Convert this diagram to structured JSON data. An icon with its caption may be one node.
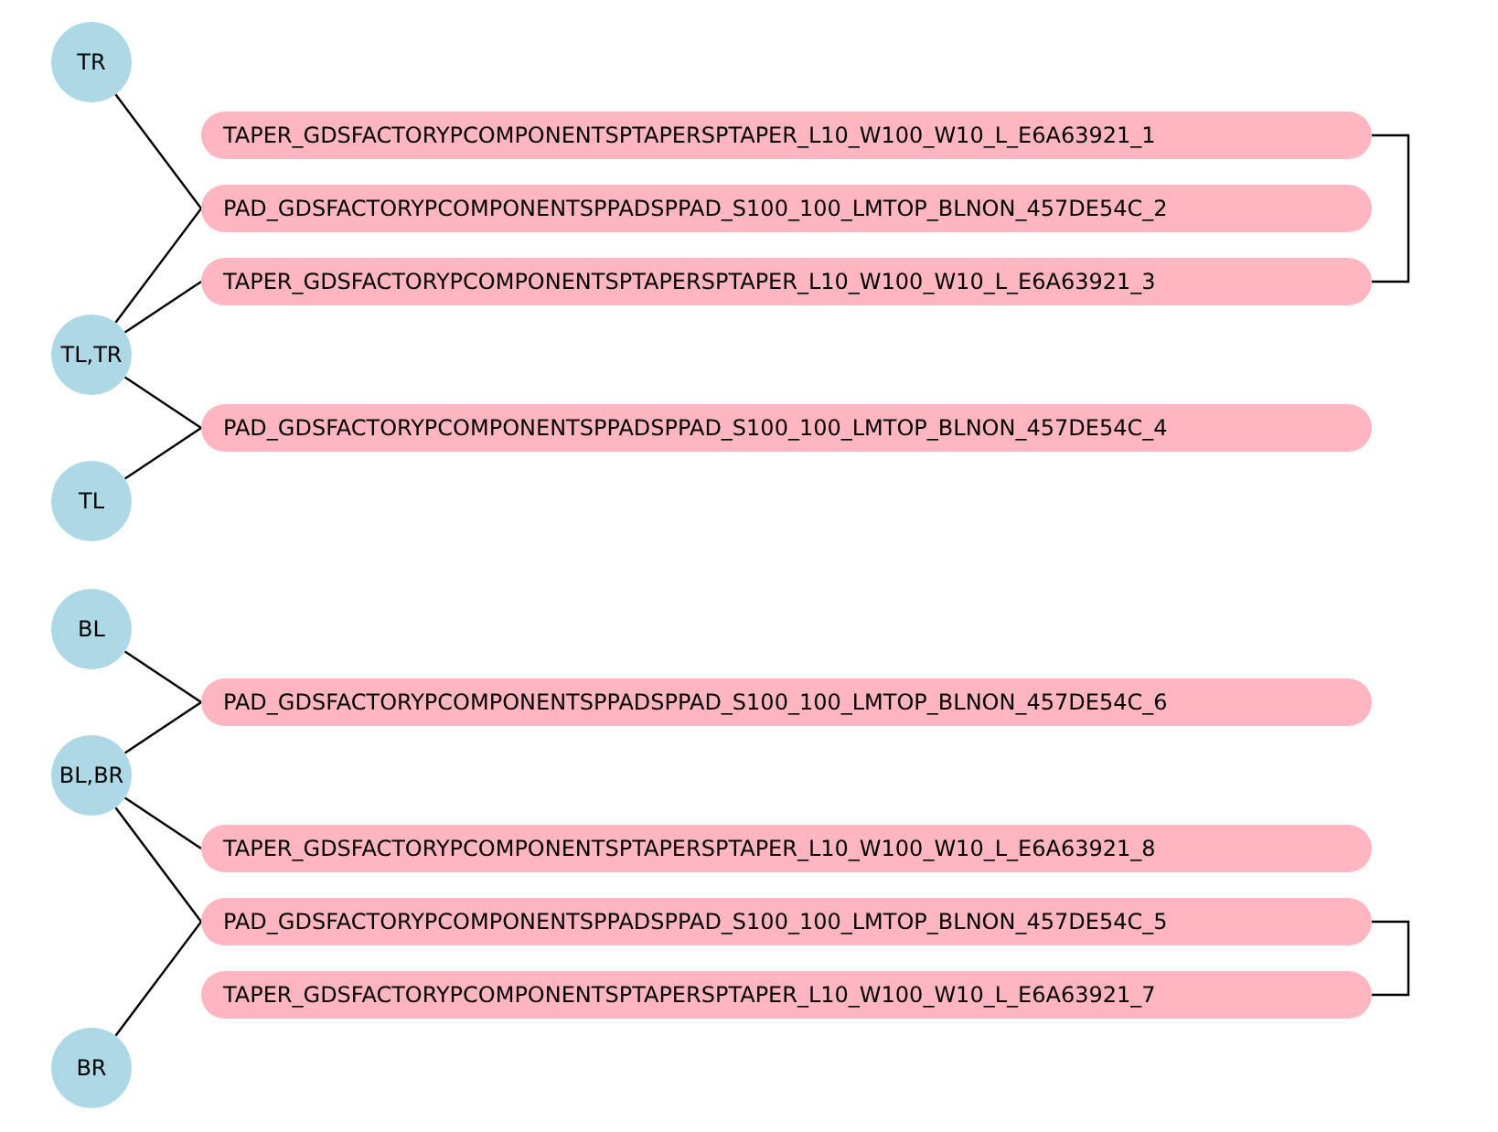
{
  "diagram": {
    "nodes": [
      {
        "text": [
          "TR"
        ]
      },
      {
        "text": [
          "TAPER_GDSFACTORYPCOMPONENTSPTAPERSPTAPER_L10_W100_W10_L_E6A63921_1"
        ]
      },
      {
        "text": [
          "PAD_GDSFACTORYPCOMPONENTSPPADSPPAD_S100_100_LMTOP_BLNON_457DE54C_2"
        ]
      },
      {
        "text": [
          "TAPER_GDSFACTORYPCOMPONENTSPTAPERSPTAPER_L10_W100_W10_L_E6A63921_3"
        ]
      },
      {
        "text": [
          "TL,TR"
        ]
      },
      {
        "text": [
          "PAD_GDSFACTORYPCOMPONENTSPPADSPPAD_S100_100_LMTOP_BLNON_457DE54C_4"
        ]
      },
      {
        "text": [
          "TL"
        ]
      },
      {
        "text": [
          "BL"
        ]
      },
      {
        "text": [
          "PAD_GDSFACTORYPCOMPONENTSPPADSPPAD_S100_100_LMTOP_BLNON_457DE54C_6"
        ]
      },
      {
        "text": [
          "BL,BR"
        ]
      },
      {
        "text": [
          "TAPER_GDSFACTORYPCOMPONENTSPTAPERSPTAPER_L10_W100_W10_L_E6A63921_8"
        ]
      },
      {
        "text": [
          "PAD_GDSFACTORYPCOMPONENTSPPADSPPAD_S100_100_LMTOP_BLNON_457DE54C_5"
        ]
      },
      {
        "text": [
          "TAPER_GDSFACTORYPCOMPONENTSPTAPERSPTAPER_L10_W100_W10_L_E6A63921_7"
        ]
      },
      {
        "text": [
          "BR"
        ]
      }
    ],
    "edges": [
      {
        "from": 0,
        "to": 2,
        "arrow": "none"
      },
      {
        "from": 2,
        "to": 4,
        "arrow": "none"
      },
      {
        "from": 4,
        "to": 3,
        "arrow": "none"
      },
      {
        "from": 1,
        "to": 3,
        "arrow": "none"
      },
      {
        "from": 4,
        "to": 5,
        "arrow": "none"
      },
      {
        "from": 5,
        "to": 6,
        "arrow": "none"
      },
      {
        "from": 7,
        "to": 8,
        "arrow": "none"
      },
      {
        "from": 8,
        "to": 9,
        "arrow": "none"
      },
      {
        "from": 9,
        "to": 10,
        "arrow": "none"
      },
      {
        "from": 9,
        "to": 11,
        "arrow": "none"
      },
      {
        "from": 11,
        "to": 13,
        "arrow": "none"
      },
      {
        "from": 11,
        "to": 12,
        "arrow": "none"
      }
    ]
  }
}
